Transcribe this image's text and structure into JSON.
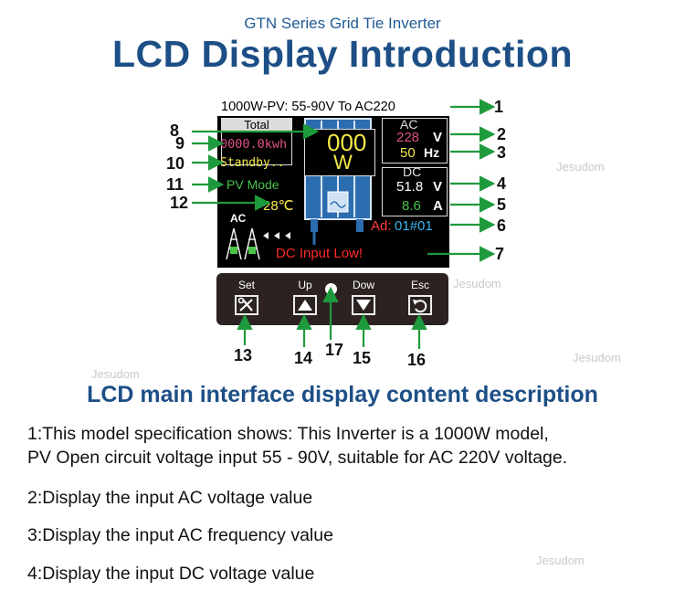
{
  "header": {
    "subtitle": "GTN Series Grid Tie Inverter",
    "title": "LCD Display Introduction"
  },
  "lcd": {
    "top_line": "1000W-PV: 55-90V To AC220",
    "total_label": "Total",
    "energy": "0000.0kwh",
    "status": "Standby..",
    "mode": "PV Mode",
    "temp": "28℃",
    "center_value": "000",
    "center_unit": "W",
    "ac_label": "AC",
    "ac_voltage": "228",
    "ac_voltage_unit": "V",
    "ac_freq": "50",
    "ac_freq_unit": "Hz",
    "dc_label": "DC",
    "dc_voltage": "51.8",
    "dc_voltage_unit": "V",
    "dc_current": "8.6",
    "dc_current_unit": "A",
    "addr_label": "Ad:",
    "addr_value": "01#01",
    "grid_label": "AC",
    "warning": "DC Input Low!"
  },
  "keypad": {
    "set_label": "Set",
    "up_label": "Up",
    "down_label": "Dow",
    "esc_label": "Esc",
    "icons": [
      "wrench-screwdriver-icon",
      "triangle-up-icon",
      "triangle-down-icon",
      "return-arrow-icon"
    ]
  },
  "callouts": [
    "1",
    "2",
    "3",
    "4",
    "5",
    "6",
    "7",
    "8",
    "9",
    "10",
    "11",
    "12",
    "13",
    "14",
    "15",
    "16",
    "17"
  ],
  "watermark": "Jesudom",
  "description": {
    "title": "LCD main interface display content description",
    "items": [
      "1:This model specification shows: This Inverter is a 1000W model,",
      "PV Open circuit voltage input 55 - 90V, suitable for AC 220V voltage.",
      "2:Display the input AC voltage value",
      "3:Display the input AC frequency value",
      "4:Display the input DC voltage value"
    ]
  },
  "colors": {
    "title_blue": "#1d4f86",
    "arrow_green": "#1e9a3d",
    "lcd_pink": "#e0508a",
    "lcd_yellow": "#f5e84a",
    "lcd_green": "#49c24a",
    "lcd_cyan": "#37b6f0",
    "lcd_red": "#ff2a2a"
  }
}
